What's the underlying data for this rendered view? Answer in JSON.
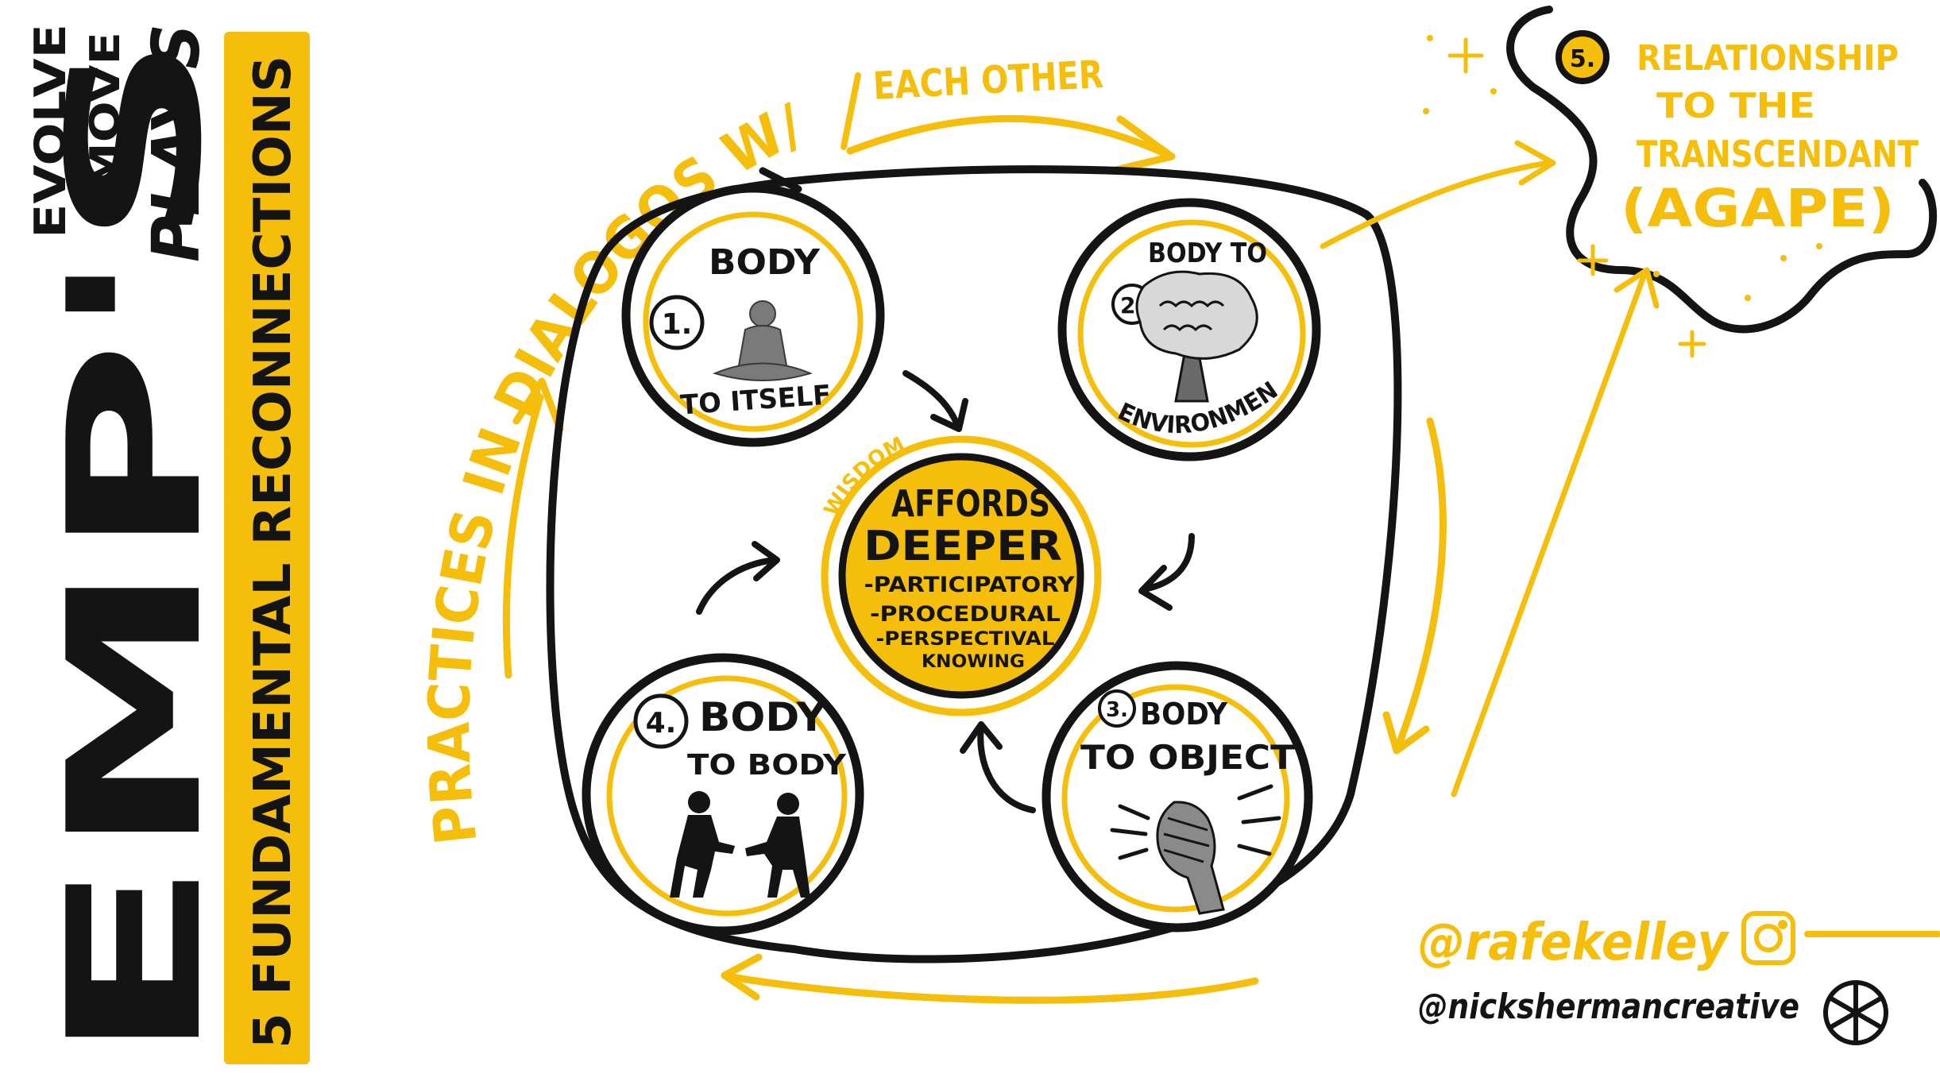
{
  "title": {
    "main": "EMP'S",
    "line1": "EVOLVE",
    "line2": "MOVE",
    "line3": "PLAY'S",
    "banner": "5 FUNDAMENTAL RECONNECTIONS"
  },
  "practices_label": "PRACTICES IN DIALOGOS W/",
  "each_other_label": "EACH OTHER",
  "center": {
    "side_label": "WISDOM",
    "line1": "AFFORDS",
    "line2": "DEEPER",
    "items": [
      "-PARTICIPATORY",
      "-PROCEDURAL",
      "-PERSPECTIVAL",
      "KNOWING"
    ]
  },
  "nodes": [
    {
      "number": "1.",
      "title": "BODY",
      "subtitle": "TO ITSELF"
    },
    {
      "number": "2.",
      "title": "BODY TO",
      "subtitle": "ENVIRONMENT"
    },
    {
      "number": "3.",
      "title": "BODY",
      "subtitle": "TO OBJECT"
    },
    {
      "number": "4.",
      "title": "BODY",
      "subtitle": "TO BODY"
    }
  ],
  "transcendent": {
    "number": "5.",
    "line1": "RELATIONSHIP",
    "line2": "TO THE",
    "line3": "TRANSCENDANT",
    "line4": "(AGAPE)"
  },
  "credits": {
    "handle1": "@rafekelley",
    "handle2": "@nickshermancreative"
  },
  "colors": {
    "yellow": "#F5BE0B",
    "ink": "#141414"
  },
  "icons": [
    "meditation-icon",
    "tree-icon",
    "hand-icon",
    "wrestlers-icon",
    "instagram-icon",
    "wheel-logo-icon"
  ]
}
